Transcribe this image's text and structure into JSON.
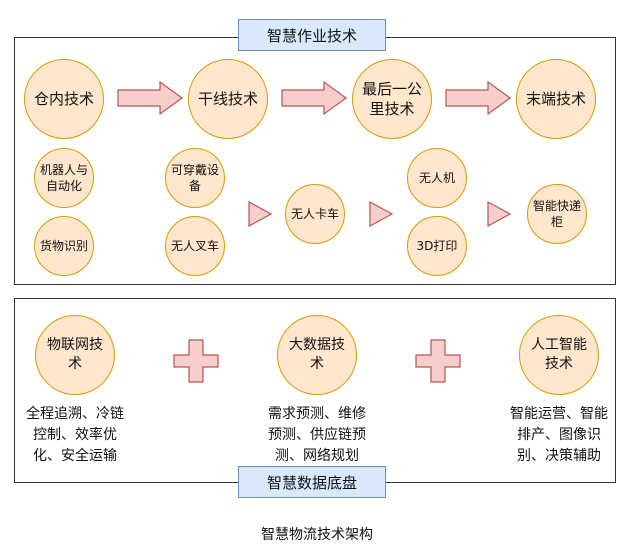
{
  "top_section": {
    "title": "智慧作业技术",
    "stages": [
      "仓内技术",
      "干线技术",
      "最后一公\n里技术",
      "末端技术"
    ],
    "sub_items": {
      "warehouse": [
        "机器人与\n自动化",
        "货物识别"
      ],
      "trunk": [
        "可穿戴设\n备",
        "无人叉车"
      ],
      "mid": "无人卡车",
      "last_mile": [
        "无人机",
        "3D打印"
      ],
      "end": "智能快递\n柜"
    }
  },
  "bottom_section": {
    "title": "智慧数据底盘",
    "pillars": [
      {
        "name": "物联网技\n术",
        "desc": "全程追溯、冷链\n控制、效率优\n化、安全运输"
      },
      {
        "name": "大数据技\n术",
        "desc": "需求预测、维修\n预测、供应链预\n测、网络规划"
      },
      {
        "name": "人工智能\n技术",
        "desc": "智能运营、智能\n排产、图像识\n别、决策辅助"
      }
    ]
  },
  "caption": "智慧物流技术架构",
  "colors": {
    "circle_fill": "#ffe6cc",
    "circle_stroke": "#d79b00",
    "arrow_fill": "#f8cecc",
    "arrow_stroke": "#b85450",
    "title_fill": "#dae8fc",
    "title_stroke": "#6c8ebf"
  }
}
